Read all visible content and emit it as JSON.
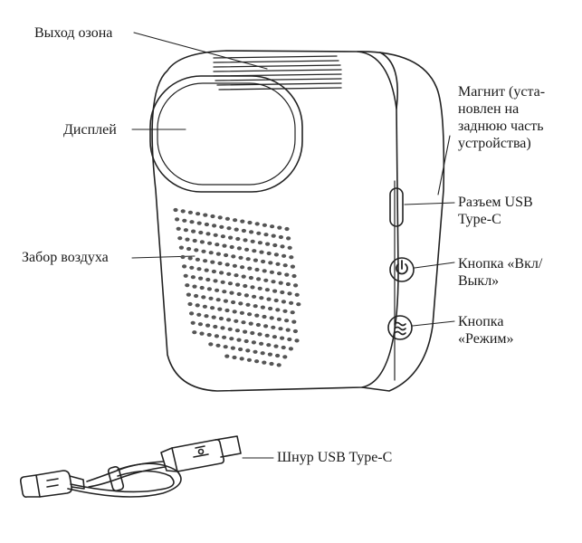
{
  "labels": {
    "ozone_outlet": "Выход озона",
    "display": "Дисплей",
    "air_intake": "Забор воздуха",
    "magnet": [
      "Магнит (уста-",
      "новлен на",
      "заднюю часть",
      "устройства)"
    ],
    "usb_port": [
      "Разъем USB",
      "Type-C"
    ],
    "power_button": [
      "Кнопка «Вкл/",
      "Выкл»"
    ],
    "mode_button": [
      "Кнопка",
      "«Режим»"
    ],
    "usb_cable": "Шнур USB Type-C"
  },
  "colors": {
    "stroke": "#222222",
    "grill": "#555555",
    "background": "#ffffff"
  }
}
